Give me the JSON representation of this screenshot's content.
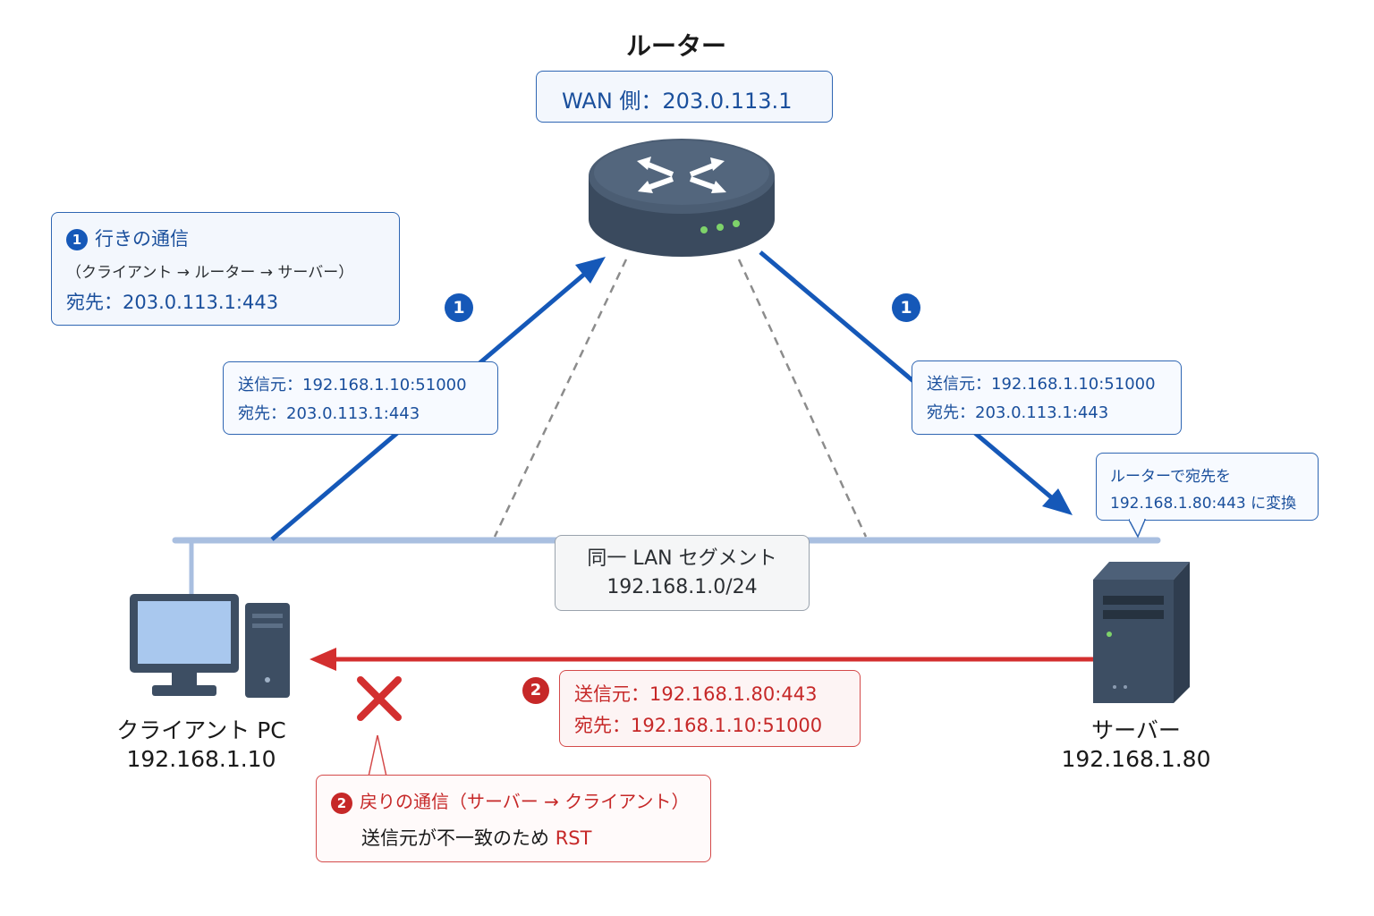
{
  "router": {
    "title": "ルーター",
    "wan_label": "WAN 側：203.0.113.1"
  },
  "outbound_info": {
    "step_number": "1",
    "title": "行きの通信",
    "route": "（クライアント → ルーター → サーバー）",
    "destination": "宛先：203.0.113.1:443"
  },
  "step_badges": {
    "left": "1",
    "right": "1",
    "return": "2"
  },
  "left_packet": {
    "source": "送信元：192.168.1.10:51000",
    "destination": "宛先：203.0.113.1:443"
  },
  "right_packet": {
    "source": "送信元：192.168.1.10:51000",
    "destination": "宛先：203.0.113.1:443"
  },
  "nat_note": {
    "line1": "ルーターで宛先を",
    "line2": "192.168.1.80:443 に変換"
  },
  "lan_segment": {
    "name": "同一 LAN セグメント",
    "subnet": "192.168.1.0/24"
  },
  "client": {
    "name": "クライアント PC",
    "ip": "192.168.1.10"
  },
  "server": {
    "name": "サーバー",
    "ip": "192.168.1.80"
  },
  "return_packet": {
    "source": "送信元：192.168.1.80:443",
    "destination": "宛先：192.168.1.10:51000"
  },
  "return_info": {
    "step_number": "2",
    "title": "戻りの通信（サーバー → クライアント）",
    "result_prefix": "送信元が不一致のため ",
    "result_highlight": "RST"
  },
  "colors": {
    "outbound": "#1558b8",
    "return": "#d32f2f",
    "lan": "#a9bfe0",
    "device": "#3d4e63"
  }
}
